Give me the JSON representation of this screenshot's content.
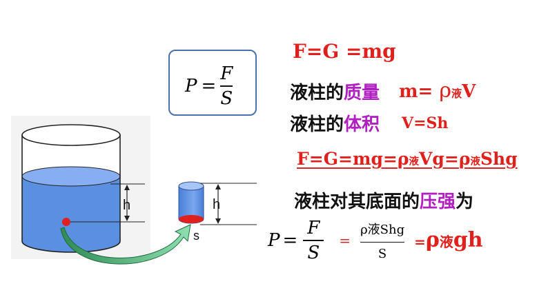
{
  "formula_box": {
    "lhs": "P",
    "eq": "=",
    "numerator": "F",
    "denominator": "S"
  },
  "line_fg": "F=G =mg",
  "mass_row": {
    "prefix": "液柱的",
    "term": "质量",
    "formula_lhs": "m= ",
    "rho": "ρ",
    "sub": "液",
    "formula_rhs": "V"
  },
  "volume_row": {
    "prefix": "液柱的",
    "term": "体积",
    "formula": "V=Sh"
  },
  "long_formula": {
    "part1": "F=G=mg=",
    "rho1": "ρ",
    "sub1": "液",
    "part2": "Vg=",
    "rho2": "ρ",
    "sub2": "液",
    "part3": "Shg"
  },
  "pressure_row": {
    "prefix": "液柱对其底面的",
    "term": "压强",
    "suffix": "为"
  },
  "bottom_formula": {
    "lhs": "P",
    "eq": "=",
    "numerator": "F",
    "denominator": "S",
    "eq2": "=",
    "numerator2": "ρ液Shg",
    "denominator2": "S",
    "eq3": "=",
    "result_rho": "ρ",
    "result_sub": "液",
    "result_tail": "gh"
  },
  "diagram": {
    "h_label_big": "h",
    "h_label_small": "h",
    "s_label": "s"
  },
  "colors": {
    "water": "#5b8fe0",
    "water_top": "#86aef0",
    "red": "#e0201c",
    "purple": "#b01fbf",
    "arrow": "#2f8a55",
    "box_border": "#4a6fb0"
  }
}
